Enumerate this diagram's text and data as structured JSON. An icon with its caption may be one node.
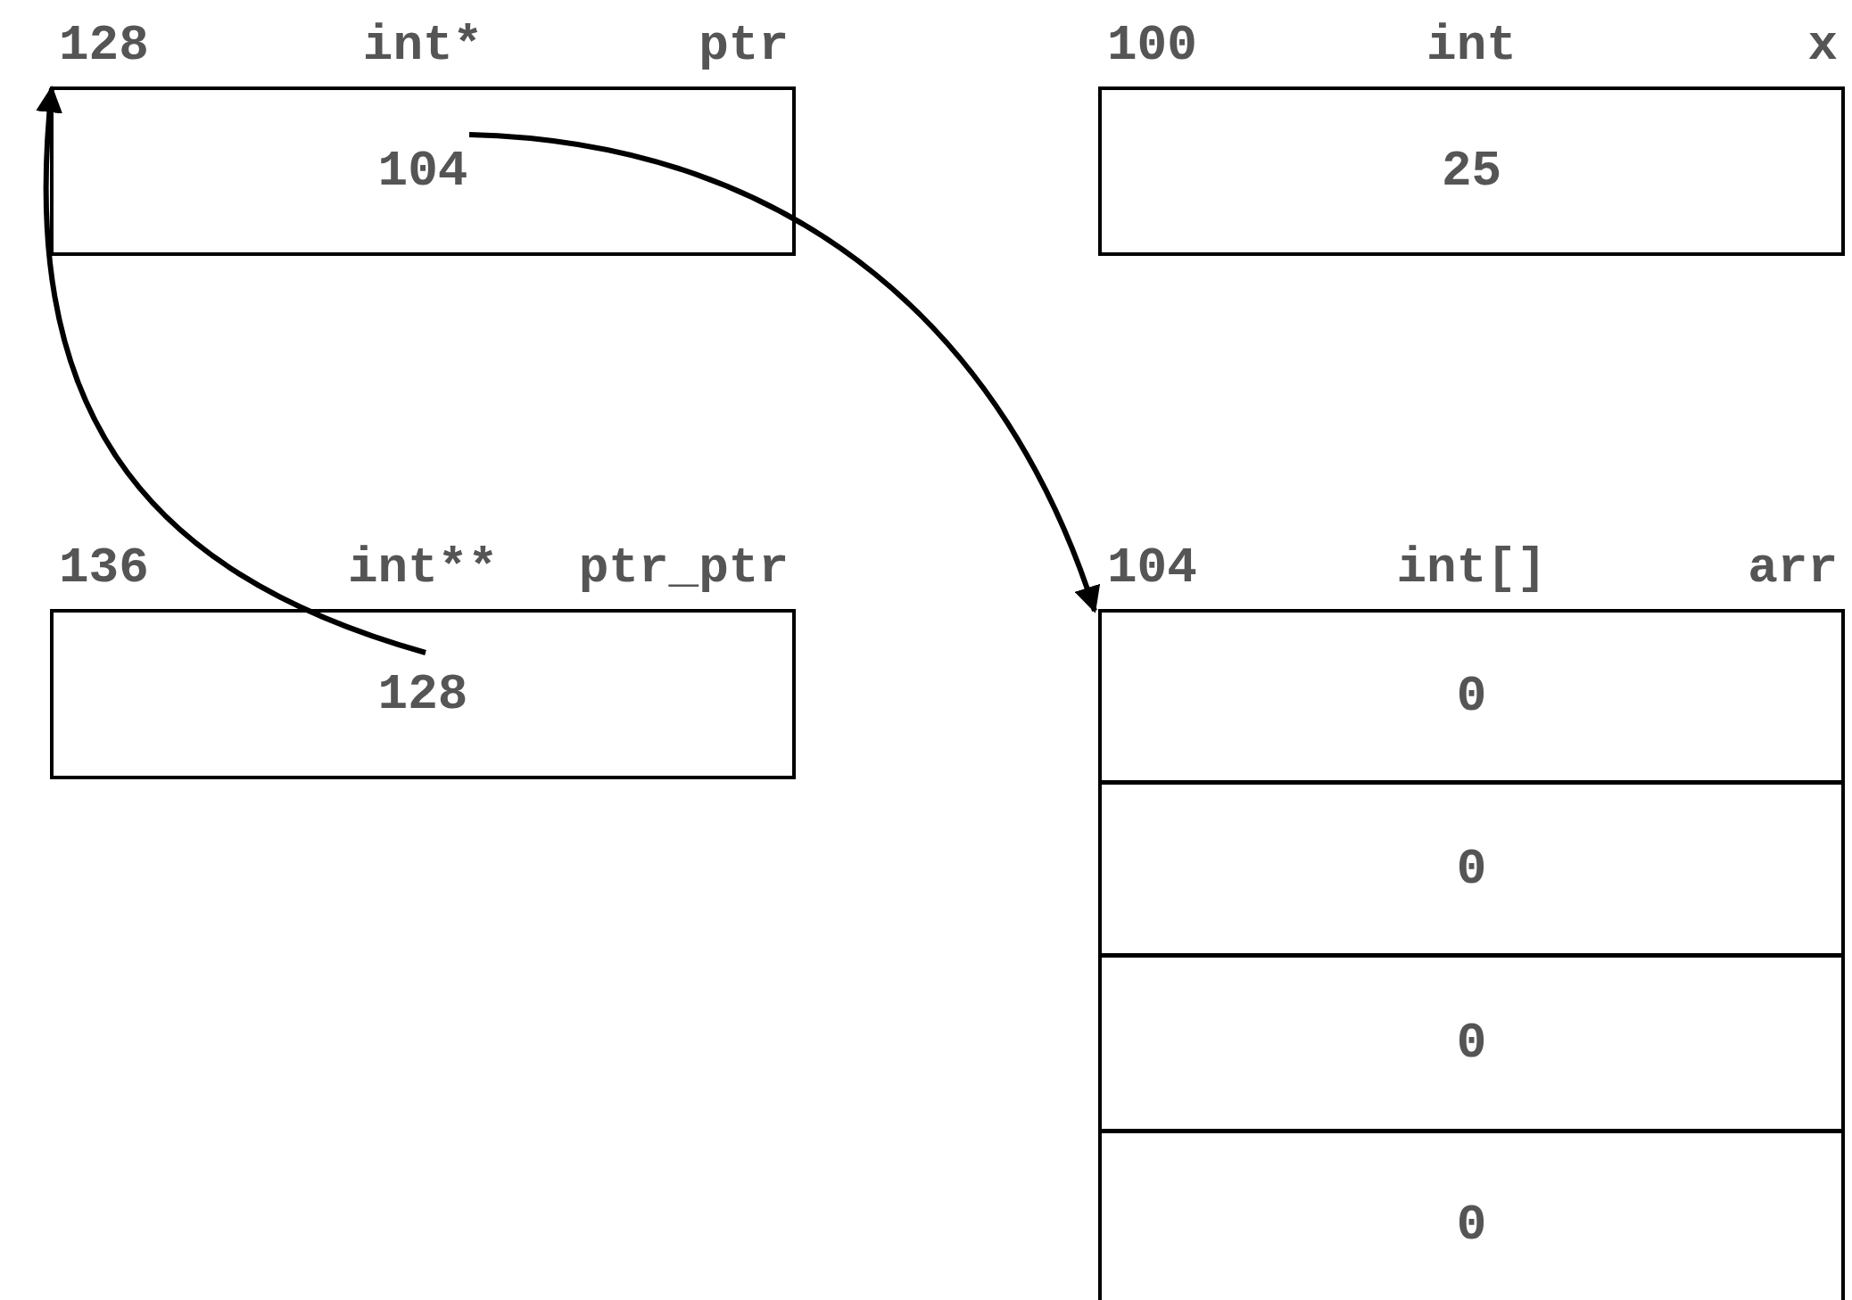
{
  "diagram": {
    "nodes": [
      {
        "text": [
          "104"
        ],
        "beside": [
          "128",
          "int*",
          "ptr"
        ]
      },
      {
        "text": [
          "25"
        ],
        "beside": [
          "100",
          "int",
          "x"
        ]
      },
      {
        "text": [
          "128"
        ],
        "beside": [
          "136",
          "int**",
          "ptr_ptr"
        ]
      },
      {
        "text": [],
        "shape": "box",
        "beside": [
          "104",
          "int[]",
          "arr"
        ]
      },
      {
        "text": [
          "0"
        ],
        "in": 3
      },
      {
        "text": [
          "0"
        ],
        "in": 3
      },
      {
        "text": [
          "0"
        ],
        "in": 3
      },
      {
        "text": [
          "0"
        ],
        "in": 3
      }
    ],
    "edges": [
      {
        "from": 0,
        "to": 3,
        "arrow": "to"
      },
      {
        "from": 2,
        "to": 0,
        "arrow": "to"
      }
    ]
  }
}
